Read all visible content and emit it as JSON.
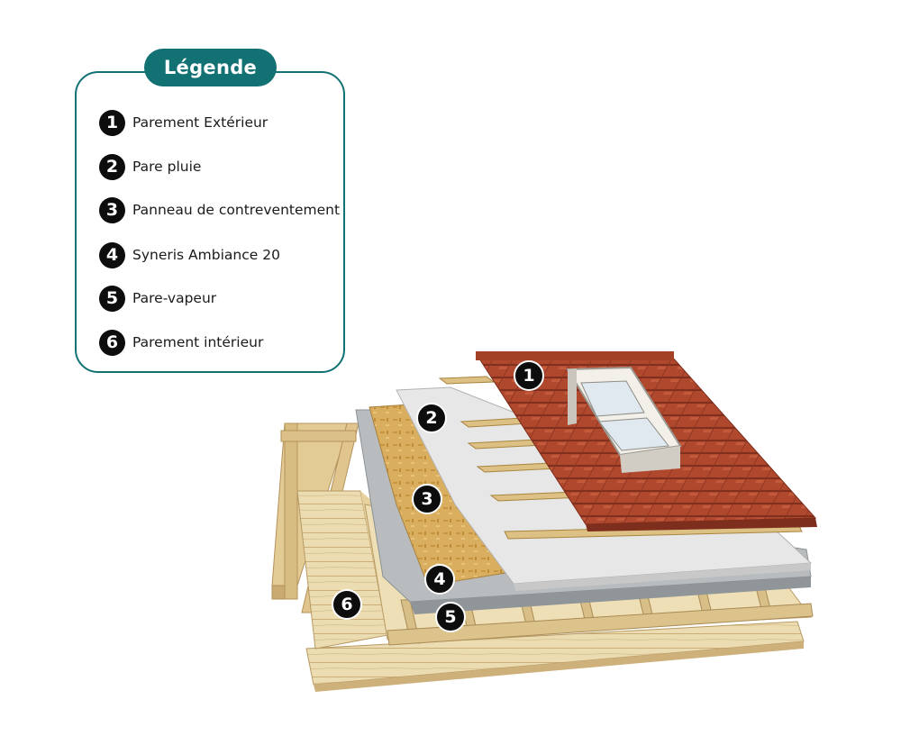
{
  "legend": {
    "title": "Légende",
    "items": [
      {
        "num": "1",
        "label": "Parement Extérieur"
      },
      {
        "num": "2",
        "label": "Pare pluie"
      },
      {
        "num": "3",
        "label": "Panneau de contreventement"
      },
      {
        "num": "4",
        "label": "Syneris Ambiance 20"
      },
      {
        "num": "5",
        "label": "Pare-vapeur"
      },
      {
        "num": "6",
        "label": "Parement intérieur"
      }
    ]
  },
  "diagram": {
    "callouts": [
      "1",
      "2",
      "3",
      "4",
      "5",
      "6"
    ]
  },
  "colors": {
    "accent": "#127173",
    "tiles": "#b24a30",
    "pare_pluie": "#e6e6e6",
    "osb": "#d8ae5f",
    "insulation": "#b9bdbf",
    "wood": "#ead9ae"
  }
}
